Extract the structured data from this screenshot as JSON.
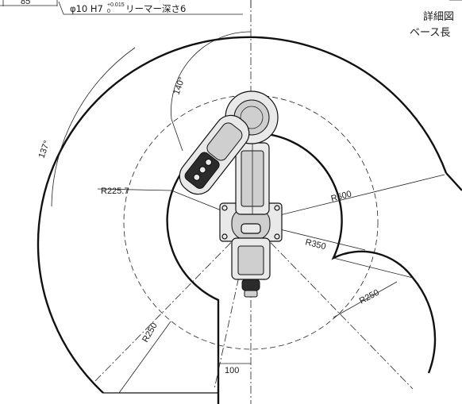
{
  "top_notes": {
    "dim_85": "85",
    "reamer_spec_prefix": "φ10 H7",
    "reamer_tol_upper": "+0.015",
    "reamer_tol_lower": "0",
    "reamer_spec_suffix": "リーマー深さ6",
    "detail_fragment": "詳細図",
    "base_length_fragment": "ベース長"
  },
  "dimensions": {
    "angle_140": "140°",
    "angle_137": "137°",
    "r_225_7": "R225.7",
    "r_600": "R600",
    "r_350": "R350",
    "r_250_right": "R250",
    "r_250_left": "R250",
    "dim_100": "100"
  },
  "colors": {
    "line": "#111111",
    "robot_fill": "#e9e9e9",
    "robot_dark": "#2b2b2b"
  }
}
